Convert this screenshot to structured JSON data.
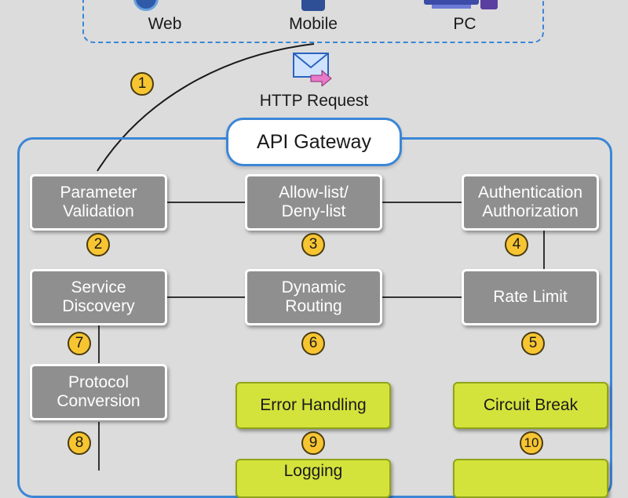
{
  "clients": {
    "items": [
      {
        "label": "Web",
        "icon": "globe-icon"
      },
      {
        "label": "Mobile",
        "icon": "mobile-phone-icon"
      },
      {
        "label": "PC",
        "icon": "desktop-computer-icon"
      }
    ]
  },
  "request": {
    "label": "HTTP Request",
    "icon": "envelope-icon"
  },
  "gateway": {
    "title": "API Gateway"
  },
  "steps": [
    {
      "number": "1"
    },
    {
      "label": "Parameter\nValidation",
      "number": "2"
    },
    {
      "label": "Allow-list/\nDeny-list",
      "number": "3"
    },
    {
      "label": "Authentication\nAuthorization",
      "number": "4"
    },
    {
      "label": "Rate Limit",
      "number": "5"
    },
    {
      "label": "Dynamic\nRouting",
      "number": "6"
    },
    {
      "label": "Service\nDiscovery",
      "number": "7"
    },
    {
      "label": "Protocol\nConversion",
      "number": "8"
    },
    {
      "label": "Error Handling",
      "number": "9"
    },
    {
      "label": "Circuit Break",
      "number": "10"
    },
    {
      "label": "Logging"
    }
  ],
  "colors": {
    "accent_blue": "#3b86d6",
    "step_gray": "#8f8f8f",
    "highlight_green": "#d4e33c",
    "badge_yellow": "#f7c531"
  }
}
